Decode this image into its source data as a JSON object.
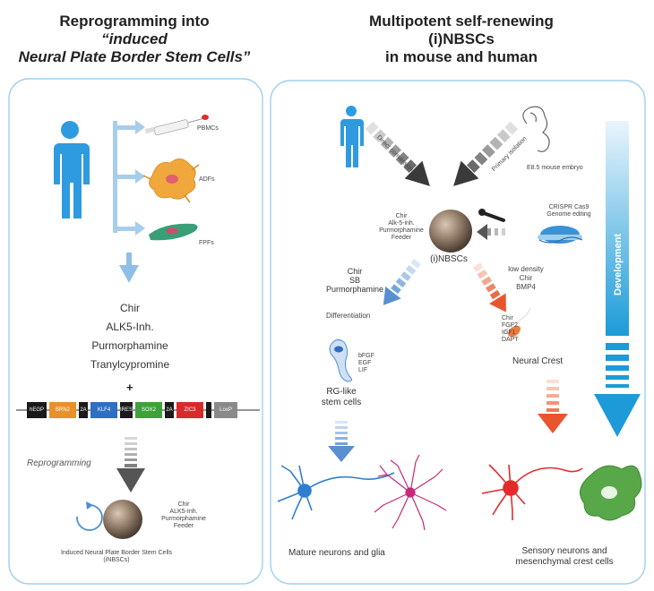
{
  "left_panel": {
    "title_line1": "Reprogramming into",
    "title_line2": "“induced",
    "title_line3": "Neural Plate Border Stem Cells”",
    "sources": [
      "PBMCs",
      "ADFs",
      "FPFs"
    ],
    "factors": [
      "Chir",
      "ALK5-Inh.",
      "Purmorphamine",
      "Tranylcypromine"
    ],
    "plus": "+",
    "construct": [
      {
        "label": "hEGP",
        "color": "#1a1a1a"
      },
      {
        "label": "BRN2",
        "color": "#e8902a"
      },
      {
        "label": "2A",
        "color": "#1a1a1a"
      },
      {
        "label": "KLF4",
        "color": "#2e6fc4"
      },
      {
        "label": "IRES",
        "color": "#1a1a1a"
      },
      {
        "label": "SOX2",
        "color": "#3fa13a"
      },
      {
        "label": "2A",
        "color": "#1a1a1a"
      },
      {
        "label": "ZIC3",
        "color": "#d92a2a"
      },
      {
        "label": "",
        "color": "#1a1a1a"
      },
      {
        "label": "LoxP",
        "color": "#8a8a8a"
      }
    ],
    "reprogramming_label": "Reprogramming",
    "culture_conditions": [
      "Chir",
      "ALK5-Inh.",
      "Purmorphamine",
      "Feeder"
    ],
    "caption_line1": "Induced Neural Plate Border Stem Cells",
    "caption_line2": "(iNBSCs)"
  },
  "right_panel": {
    "title_line1": "Multipotent self-renewing",
    "title_line2": "(i)NBSCs",
    "title_line3": "in mouse and human",
    "direct_conversion": "Direct conversion",
    "primary_isolation": "Primary isolation",
    "mouse_embryo": "E8.5 mouse embryo",
    "culture_conditions": [
      "Chir",
      "Alk-5-inh.",
      "Purmorphamine",
      "Feeder"
    ],
    "crispr_line1": "CRISPR Cas9",
    "crispr_line2": "Genome editing",
    "nbsc_label": "(i)NBSCs",
    "left_branch": [
      "Chir",
      "SB",
      "Purmorphamine"
    ],
    "differentiation_label": "Differentiation",
    "rg_factors": [
      "bFGF",
      "EGF",
      "LIF"
    ],
    "rg_label_line1": "RG-like",
    "rg_label_line2": "stem cells",
    "right_branch": [
      "low density",
      "Chir",
      "BMP4"
    ],
    "nc_factors": [
      "Chir",
      "FGF2",
      "IGF1",
      "DAPT"
    ],
    "neural_crest_label": "Neural Crest",
    "development_label": "Development",
    "mature_label": "Mature neurons and glia",
    "sensory_line1": "Sensory neurons and",
    "sensory_line2": "mesenchymal crest cells"
  }
}
